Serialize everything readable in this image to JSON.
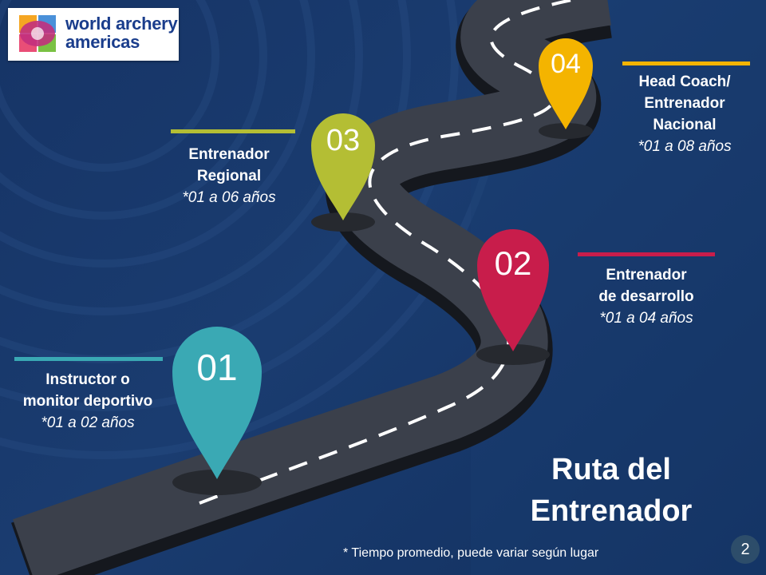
{
  "logo": {
    "line1": "world archery",
    "line2": "americas"
  },
  "steps": [
    {
      "number": "01",
      "title_line1": "Instructor o",
      "title_line2": "monitor deportivo",
      "title_line3": "",
      "duration": "*01 a 02 años",
      "color": "#3aa9b4"
    },
    {
      "number": "02",
      "title_line1": "Entrenador",
      "title_line2": "de desarrollo",
      "title_line3": "",
      "duration": "*01 a 04 años",
      "color": "#c81d4b"
    },
    {
      "number": "03",
      "title_line1": "Entrenador",
      "title_line2": "Regional",
      "title_line3": "",
      "duration": "*01 a 06 años",
      "color": "#b4be34"
    },
    {
      "number": "04",
      "title_line1": "Head Coach/",
      "title_line2": "Entrenador",
      "title_line3": "Nacional",
      "duration": "*01 a 08 años",
      "color": "#f4b400"
    }
  ],
  "title": {
    "line1": "Ruta del",
    "line2": "Entrenador"
  },
  "footnote": "* Tiempo promedio, puede variar según lugar",
  "page_number": "2",
  "colors": {
    "background": "#1a3c70",
    "road": "#3a3f4a",
    "road_edge": "#1b1e24"
  }
}
